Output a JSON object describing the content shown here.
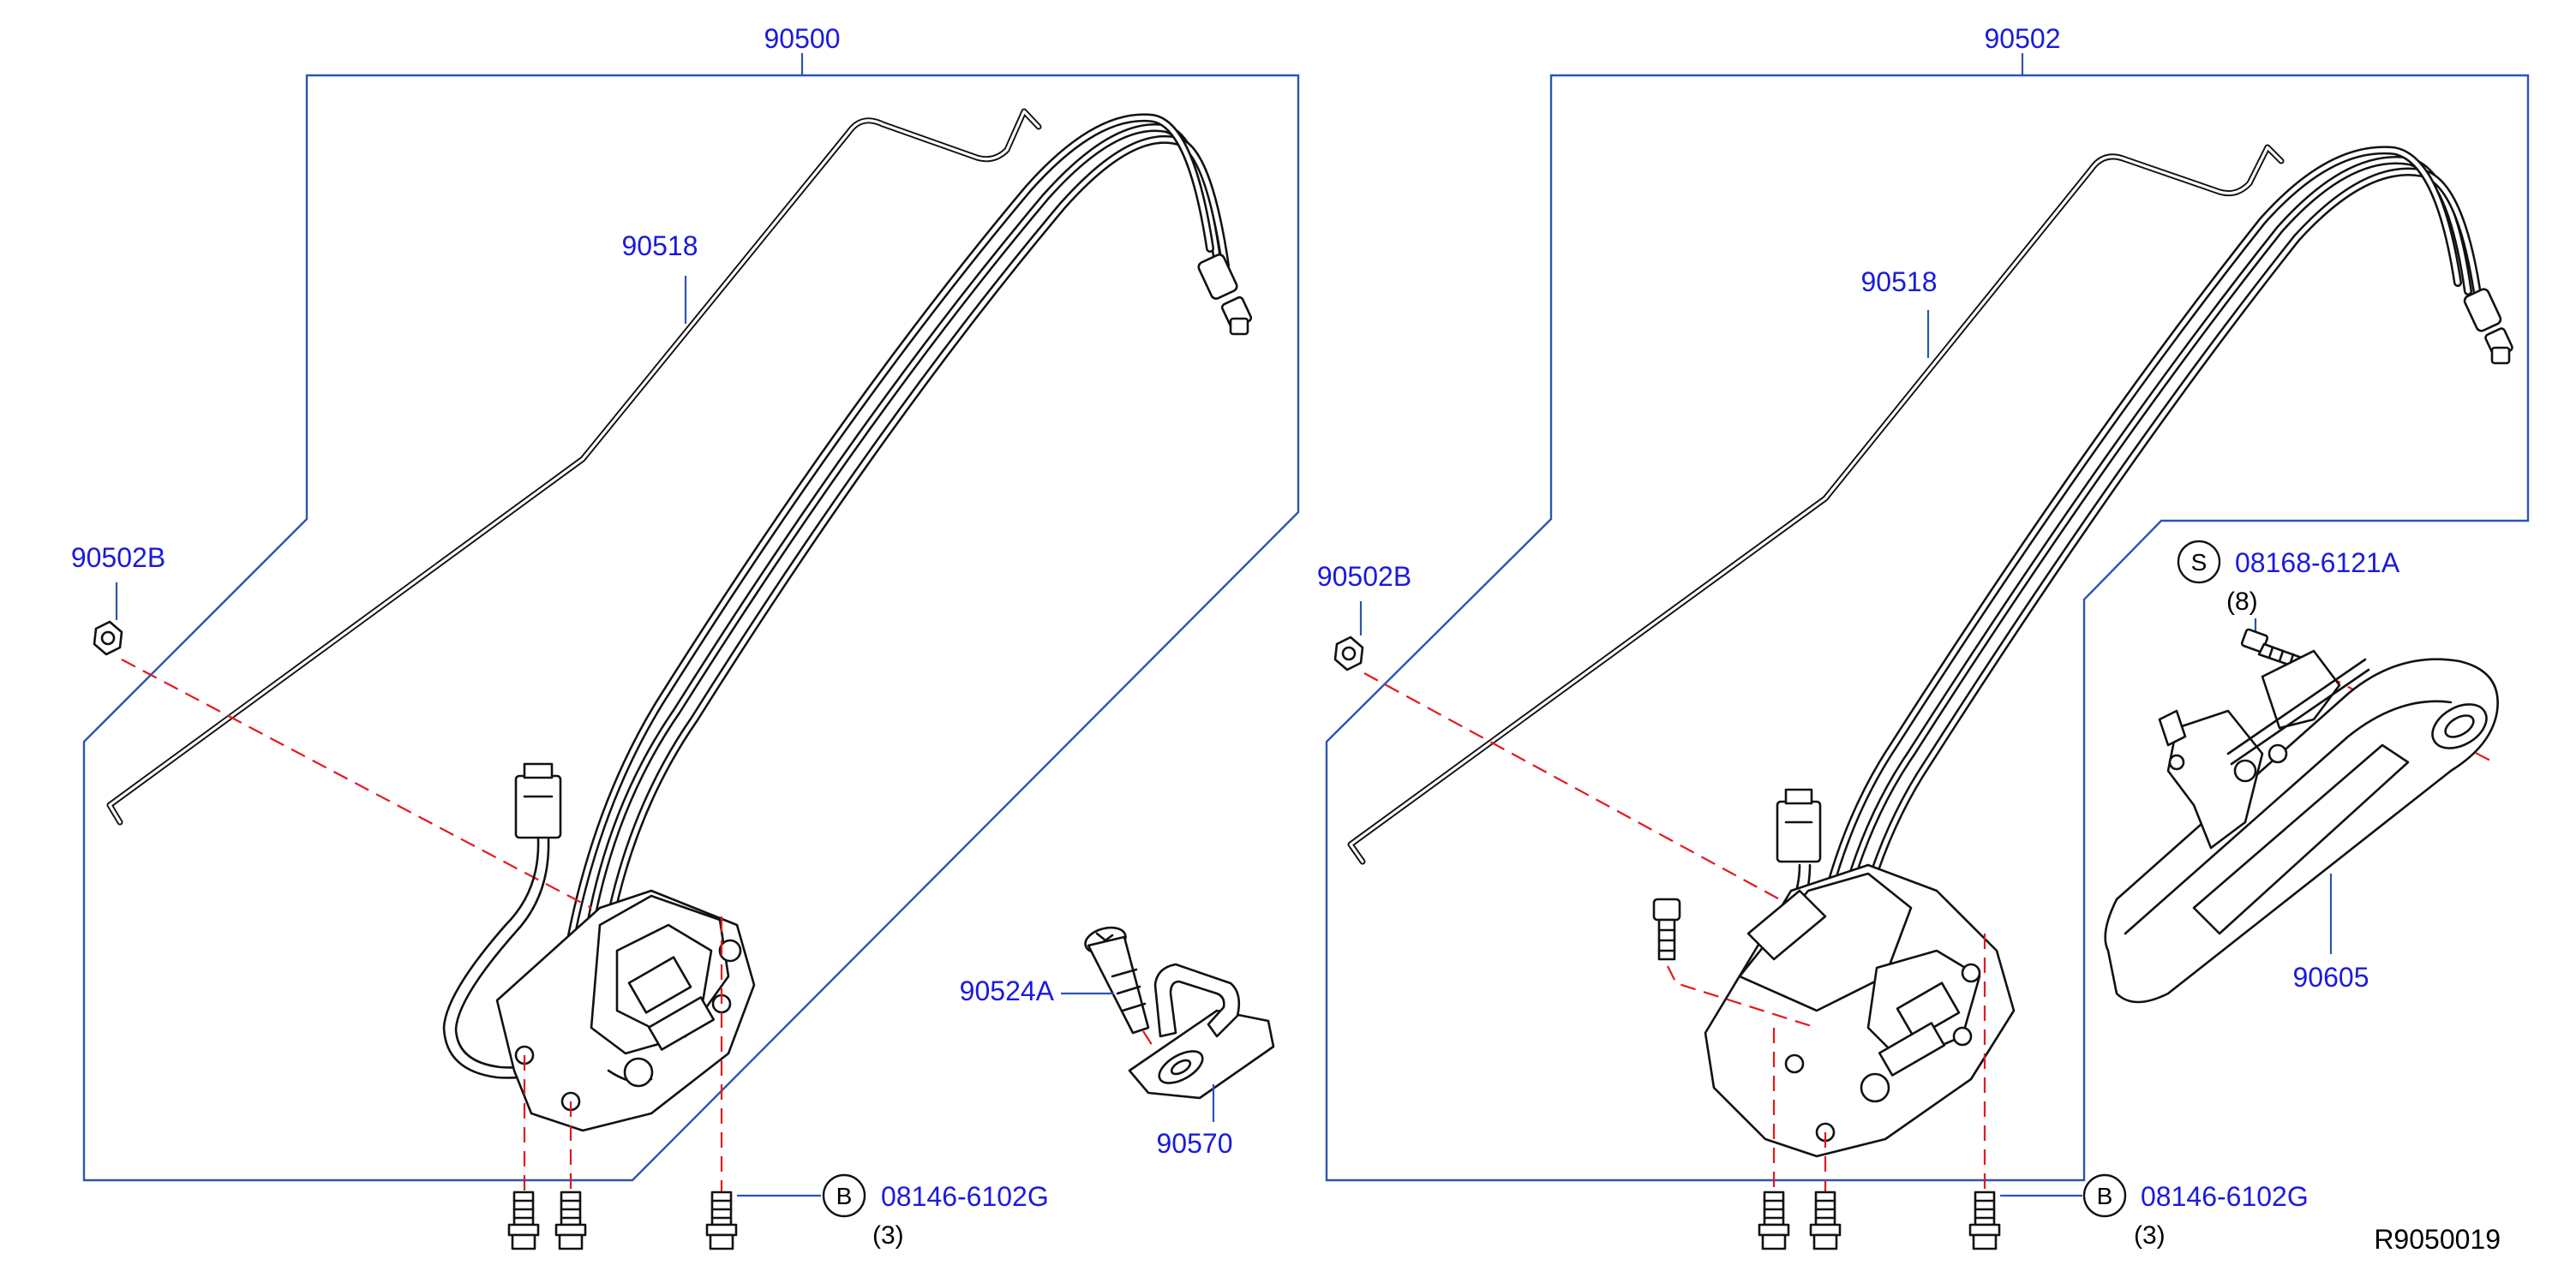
{
  "left_group": {
    "assembly_label": "90500",
    "rod_label": "90518",
    "clip_label": "90502B",
    "striker_bolt_label": "90524A",
    "striker_label": "90570",
    "bolt_badge": "B",
    "bolt_label": "08146-6102G",
    "bolt_qty": "(3)"
  },
  "right_group": {
    "assembly_label": "90502",
    "rod_label": "90518",
    "clip_label": "90502B",
    "screw_badge": "S",
    "screw_label": "08168-6121A",
    "screw_qty": "(8)",
    "handle_label": "90605",
    "bolt_badge": "B",
    "bolt_label": "08146-6102G",
    "bolt_qty": "(3)"
  },
  "diagram_ref": "R9050019",
  "colors": {
    "label": "#1a1adc",
    "frame": "#2b55b0",
    "dashed_leader": "#e0191f",
    "part_outline": "#111111"
  }
}
